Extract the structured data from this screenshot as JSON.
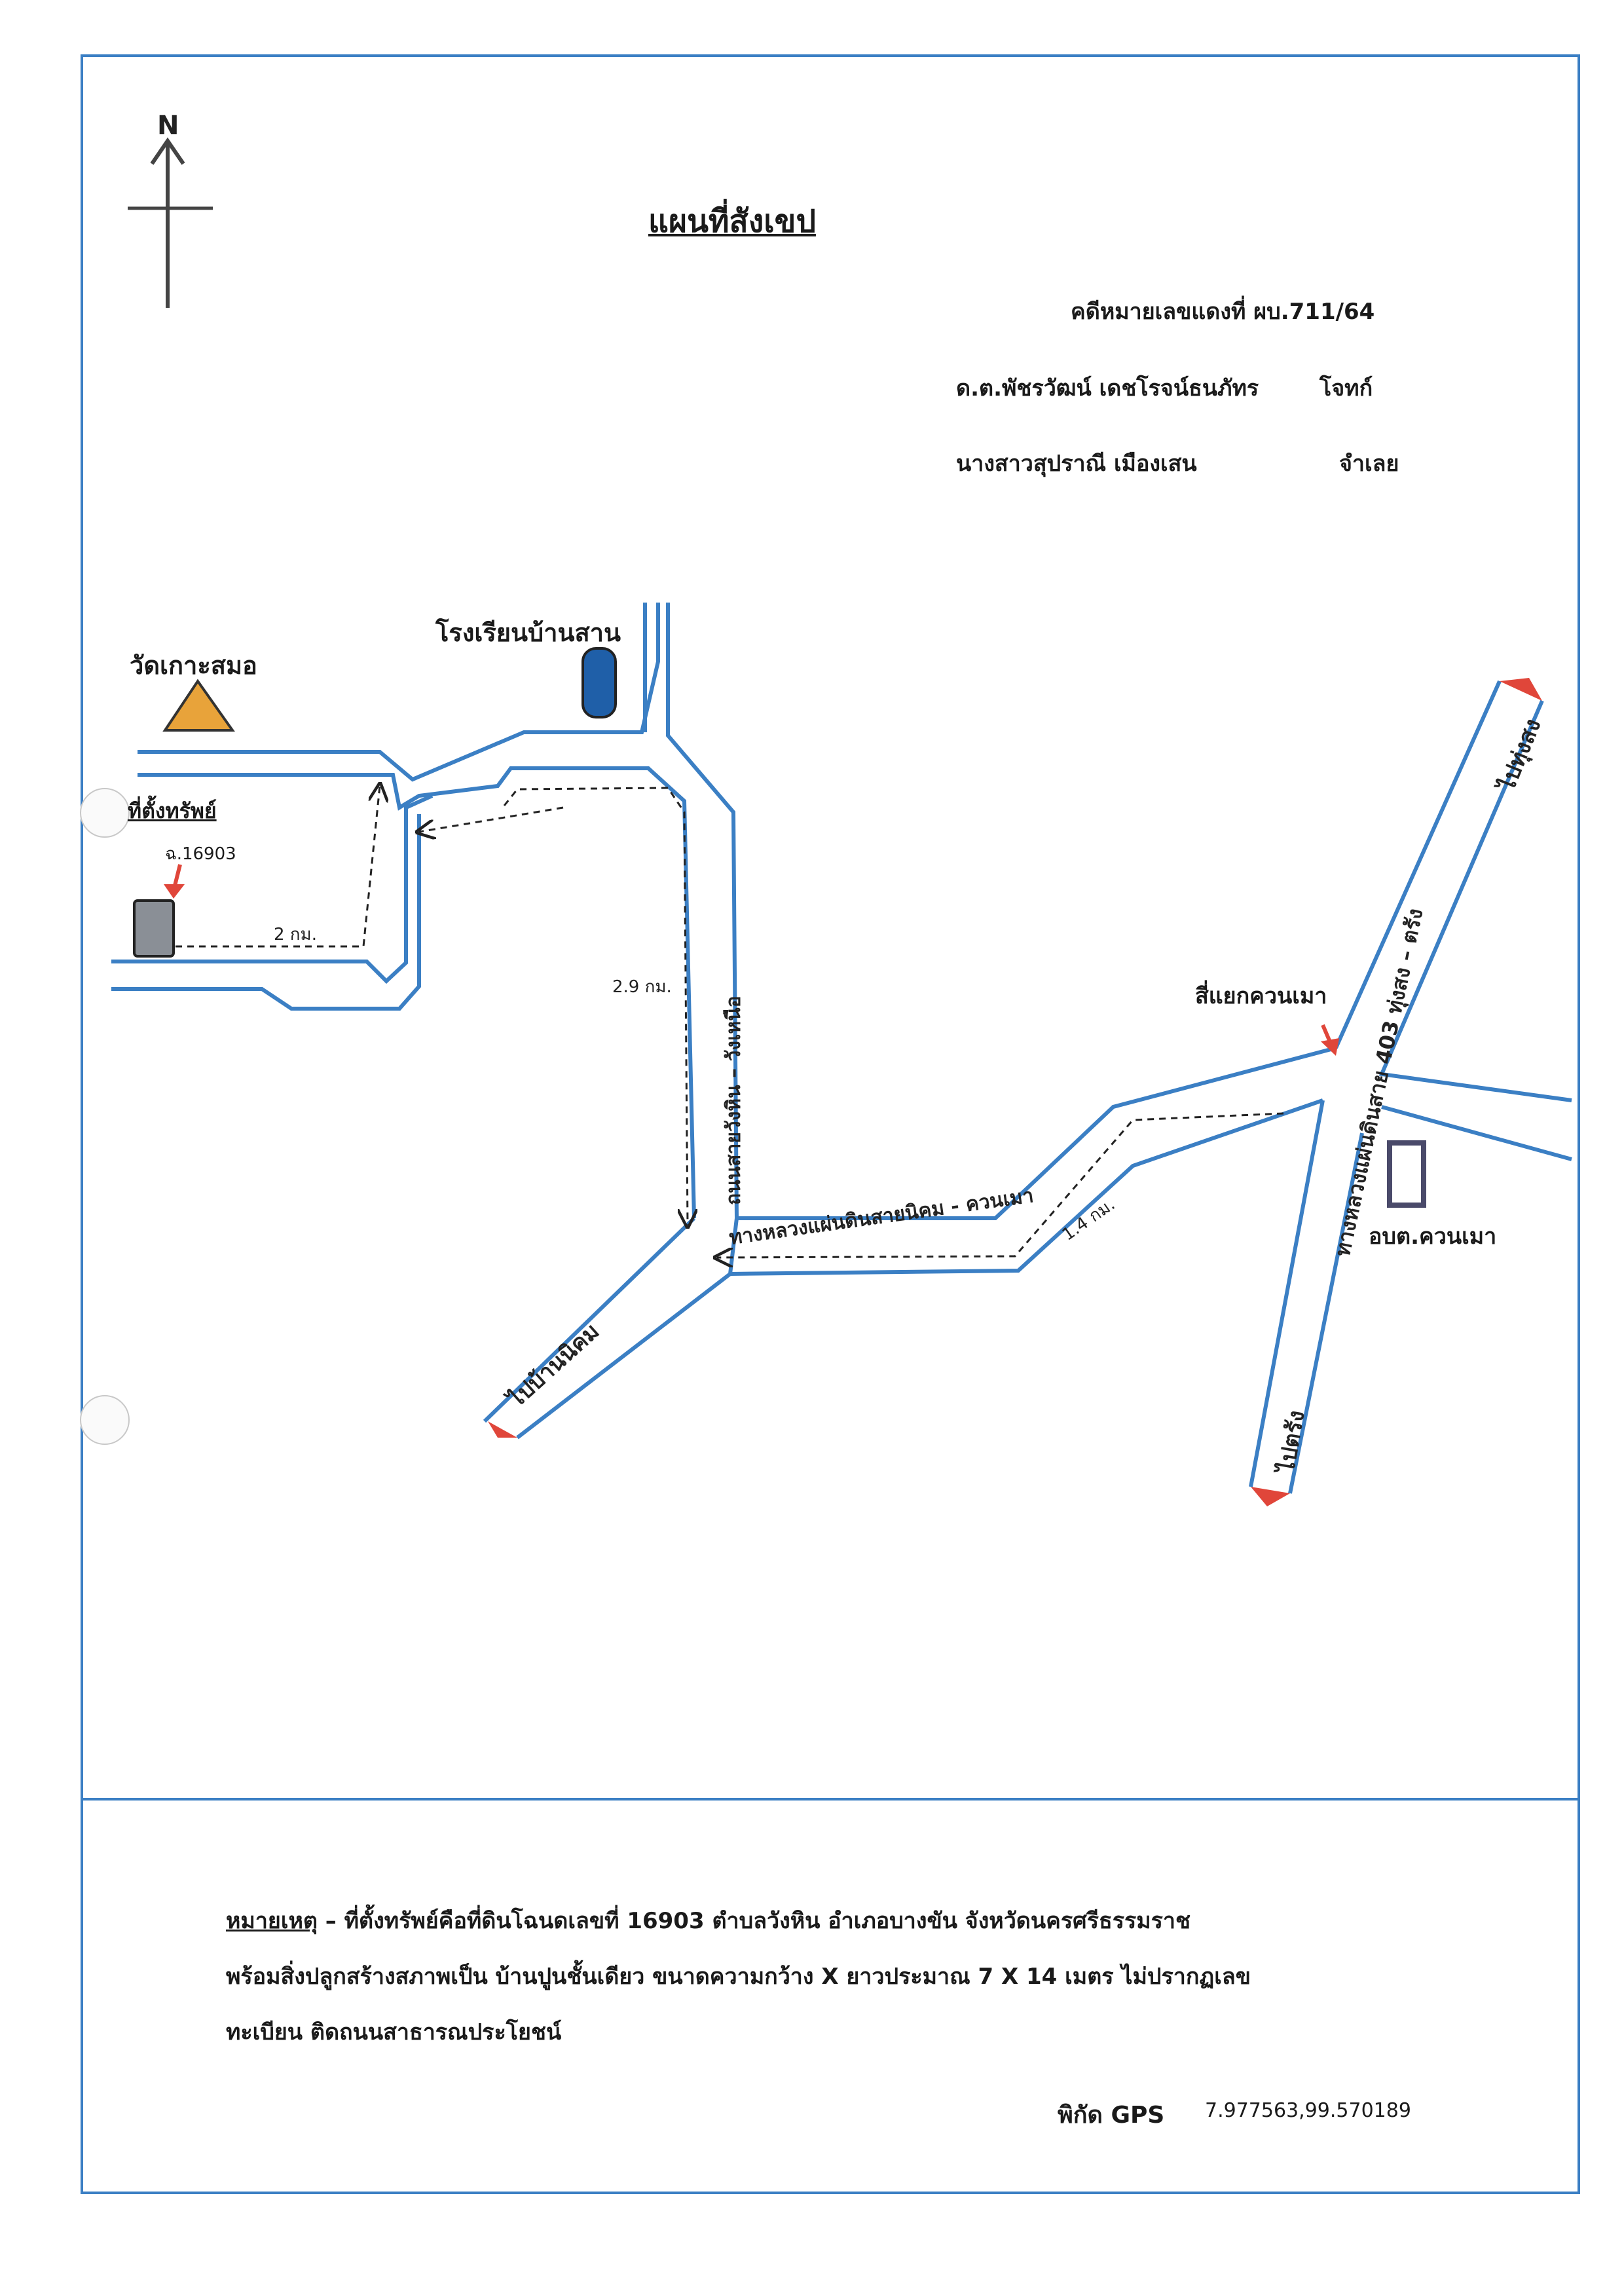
{
  "title": "แผนที่สังเขป",
  "header": {
    "case_no": "คดีหมายเลขแดงที่ ผบ.711/64",
    "plaintiff_name": "ด.ต.พัชรวัฒน์ เดชโรจน์ธนภัทร",
    "plaintiff_role": "โจทก์",
    "defendant_name": "นางสาวสุปราณี เมืองเสน",
    "defendant_role": "จำเลย"
  },
  "compass": {
    "label": "N",
    "icon": "north-arrow-icon"
  },
  "landmarks": {
    "temple": "วัดเกาะสมอ",
    "school": "โรงเรียนบ้านสาน",
    "property": "ที่ตั้งทรัพย์",
    "deed": "ฉ.16903",
    "junction": "สี่แยกควนเมา",
    "tao": "อบต.ควนเมา"
  },
  "roads": {
    "road_vertical": "ถนนสายวังหิน – วังเหนือ",
    "highway_nikom": "ทางหลวงแผ่นดินสายนิคม - ควนเมา",
    "highway_403": "ทางหลวงแผ่นดินสาย 403 ทุ่งสง – ตรัง",
    "to_ban_nikom": "ไปบ้านนิคม",
    "to_thung_song": "ไปทุ่งสง",
    "to_trang": "ไปตรัง"
  },
  "distances": {
    "d1": "2 กม.",
    "d2": "2.9 กม.",
    "d3": "1.4 กม."
  },
  "note": {
    "label": "หมายเหตุ",
    "line1": " – ที่ตั้งทรัพย์คือที่ดินโฉนดเลขที่ 16903 ตำบลวังหิน อำเภอบางขัน จังหวัดนครศรีธรรมราช",
    "line2": "พร้อมสิ่งปลูกสร้างสภาพเป็น บ้านปูนชั้นเดียว  ขนาดความกว้าง X ยาวประมาณ 7 X 14 เมตร ไม่ปรากฏเลข",
    "line3": "ทะเบียน ติดถนนสาธารณประโยชน์"
  },
  "gps": {
    "label": "พิกัด GPS",
    "value": "7.977563,99.570189"
  },
  "colors": {
    "road": "#3b7fc4",
    "temple": "#e8a33a",
    "school": "#1f5fa8",
    "property": "#8a8f96",
    "arrow": "#e0463a"
  }
}
